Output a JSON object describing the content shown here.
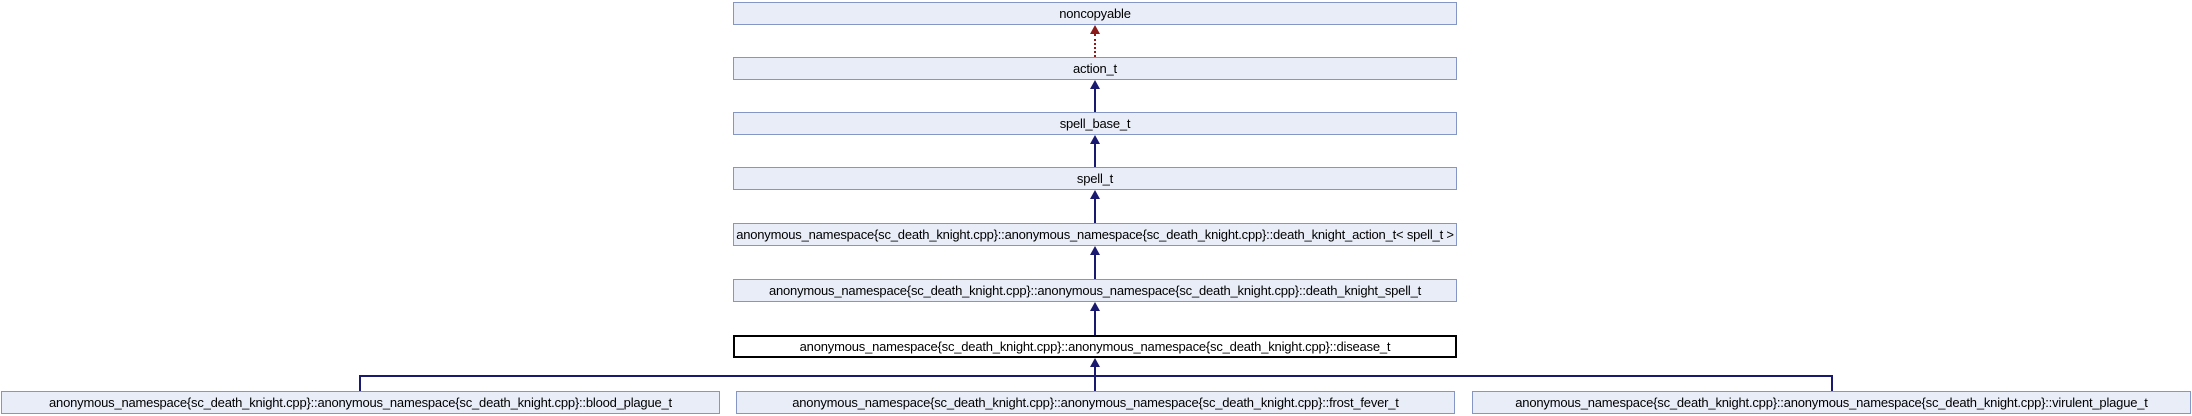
{
  "diagram": {
    "kind": "class-inheritance-diagram",
    "nodes": {
      "noncopyable": {
        "label": "noncopyable",
        "current": false
      },
      "action_t": {
        "label": "action_t",
        "current": false
      },
      "spell_base_t": {
        "label": "spell_base_t",
        "current": false
      },
      "spell_t": {
        "label": "spell_t",
        "current": false
      },
      "death_knight_action_t": {
        "label": "anonymous_namespace{sc_death_knight.cpp}::anonymous_namespace{sc_death_knight.cpp}::death_knight_action_t< spell_t >",
        "current": false
      },
      "death_knight_spell_t": {
        "label": "anonymous_namespace{sc_death_knight.cpp}::anonymous_namespace{sc_death_knight.cpp}::death_knight_spell_t",
        "current": false
      },
      "disease_t": {
        "label": "anonymous_namespace{sc_death_knight.cpp}::anonymous_namespace{sc_death_knight.cpp}::disease_t",
        "current": true
      },
      "blood_plague_t": {
        "label": "anonymous_namespace{sc_death_knight.cpp}::anonymous_namespace{sc_death_knight.cpp}::blood_plague_t",
        "current": false
      },
      "frost_fever_t": {
        "label": "anonymous_namespace{sc_death_knight.cpp}::anonymous_namespace{sc_death_knight.cpp}::frost_fever_t",
        "current": false
      },
      "virulent_plague_t": {
        "label": "anonymous_namespace{sc_death_knight.cpp}::anonymous_namespace{sc_death_knight.cpp}::virulent_plague_t",
        "current": false
      }
    },
    "edges": [
      {
        "from": "action_t",
        "to": "noncopyable",
        "type": "private-inheritance",
        "style": "dotted",
        "color": "#8B1A1A"
      },
      {
        "from": "spell_base_t",
        "to": "action_t",
        "type": "public-inheritance",
        "style": "solid",
        "color": "#191970"
      },
      {
        "from": "spell_t",
        "to": "spell_base_t",
        "type": "public-inheritance",
        "style": "solid",
        "color": "#191970"
      },
      {
        "from": "death_knight_action_t",
        "to": "spell_t",
        "type": "public-inheritance",
        "style": "solid",
        "color": "#191970"
      },
      {
        "from": "death_knight_spell_t",
        "to": "death_knight_action_t",
        "type": "public-inheritance",
        "style": "solid",
        "color": "#191970"
      },
      {
        "from": "disease_t",
        "to": "death_knight_spell_t",
        "type": "public-inheritance",
        "style": "solid",
        "color": "#191970"
      },
      {
        "from": "blood_plague_t",
        "to": "disease_t",
        "type": "public-inheritance",
        "style": "solid",
        "color": "#191970"
      },
      {
        "from": "frost_fever_t",
        "to": "disease_t",
        "type": "public-inheritance",
        "style": "solid",
        "color": "#191970"
      },
      {
        "from": "virulent_plague_t",
        "to": "disease_t",
        "type": "public-inheritance",
        "style": "solid",
        "color": "#191970"
      }
    ],
    "colors": {
      "background": "#FFFFFF",
      "node_fill": "#E8EDF7",
      "node_border": "#8596C6",
      "current_node_fill": "#FFFFFF",
      "current_node_border": "#000000",
      "text": "#000000",
      "public_inheritance_line": "#191970",
      "private_inheritance_line": "#8B1A1A"
    }
  }
}
